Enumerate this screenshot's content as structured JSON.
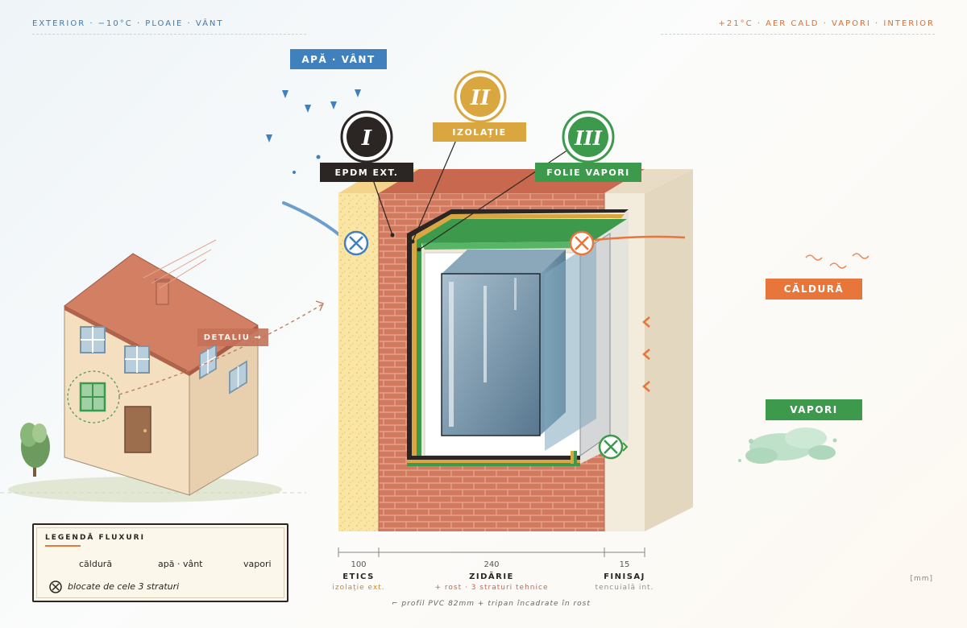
{
  "header": {
    "exterior": "EXTERIOR · −10°C · PLOAIE · VÂNT",
    "interior": "+21°C · AER CALD · VAPORI · INTERIOR"
  },
  "badges": {
    "rain_wind": "APĂ · VÂNT",
    "layer1_numeral": "I",
    "layer1_label": "EPDM EXT.",
    "layer2_numeral": "II",
    "layer2_label": "IZOLAȚIE",
    "layer3_numeral": "III",
    "layer3_label": "FOLIE VAPORI",
    "heat": "CĂLDURĂ",
    "vapor": "VAPORI",
    "detail": "DETALIU →"
  },
  "legend": {
    "title": "LEGENDĂ FLUXURI",
    "heat": "căldură",
    "water_wind": "apă · vânt",
    "vapor": "vapori",
    "blocked": "blocate de cele 3 straturi"
  },
  "dimensions": [
    {
      "value": "100",
      "name": "ETICS",
      "sub": "izolație ext."
    },
    {
      "value": "240",
      "name": "ZIDĂRIE",
      "sub": "+ rost · 3 straturi tehnice"
    },
    {
      "value": "15",
      "name": "FINISAJ",
      "sub": "tencuială int."
    }
  ],
  "note": "⌐ profil PVC 82mm + tripan încadrate în rost",
  "unit": "[mm]",
  "colors": {
    "heat": "#e8763a",
    "water_wind": "#3f80bd",
    "vapor": "#3d9a4c",
    "epdm": "#2b2623",
    "insulation": "#d9a640",
    "brick": "#cf7359"
  },
  "icons": [
    "blocked-cross-icon",
    "arrow-right-icon",
    "chevron-left-icon",
    "house-icon",
    "tree-icon"
  ]
}
